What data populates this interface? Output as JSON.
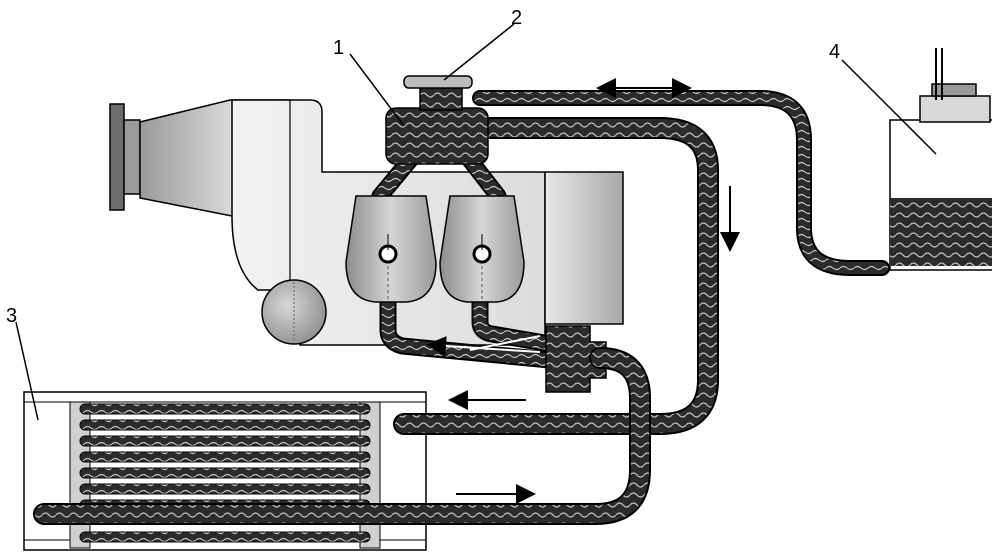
{
  "callouts": [
    {
      "id": "1",
      "text": "1"
    },
    {
      "id": "2",
      "text": "2"
    },
    {
      "id": "3",
      "text": "3"
    },
    {
      "id": "4",
      "text": "4"
    }
  ],
  "colors": {
    "hose_fill": "#2b2b2b",
    "hose_pattern": "#bdbdbd",
    "engine_light": "#e6e6e6",
    "engine_mid": "#bfbfbf",
    "engine_dark": "#8f8f8f",
    "outline": "#000000"
  }
}
